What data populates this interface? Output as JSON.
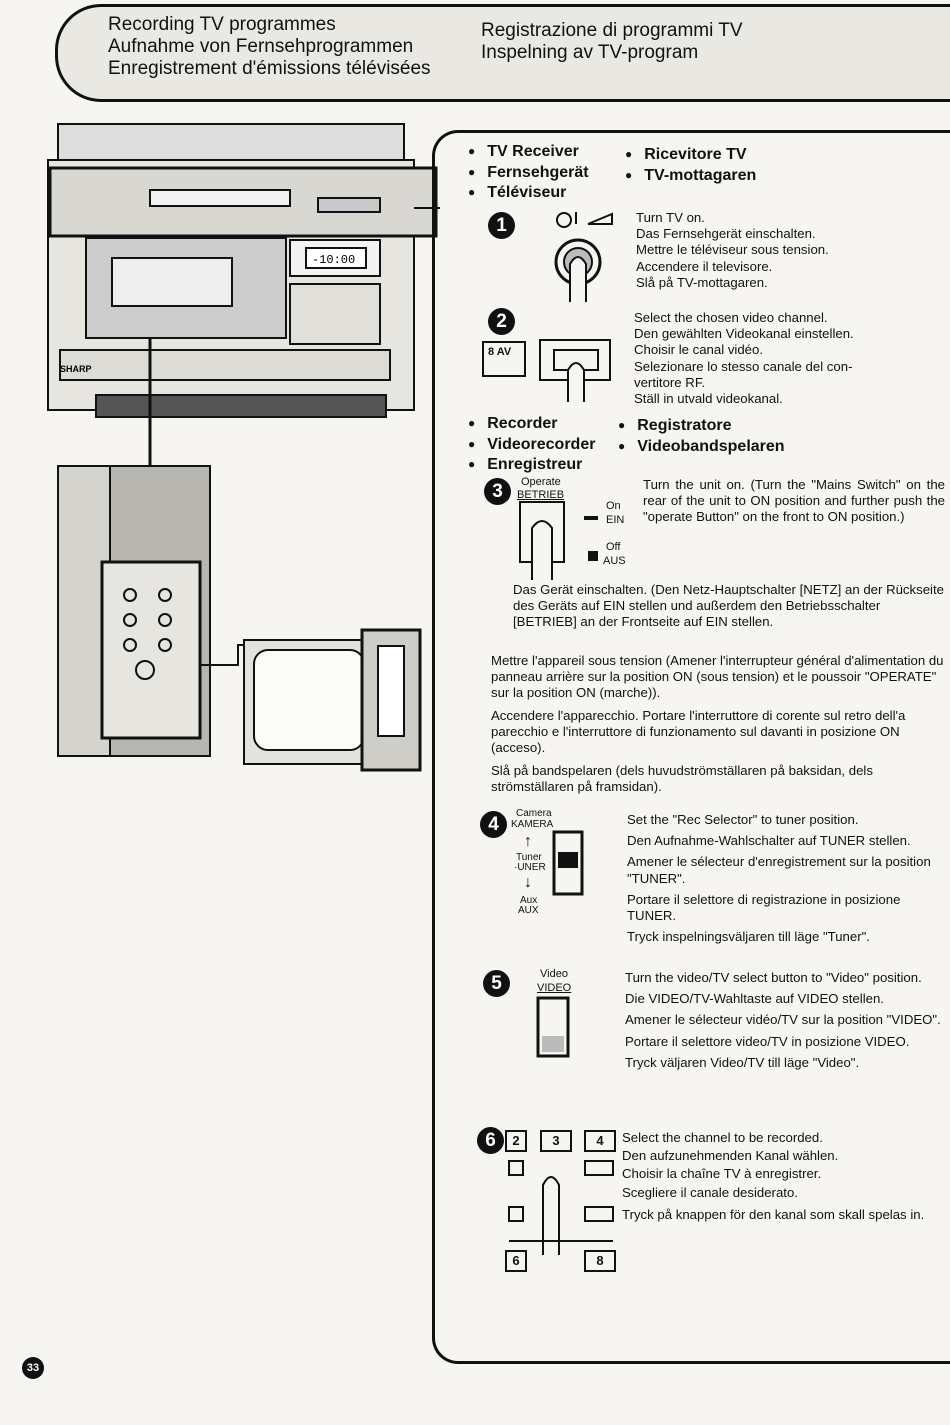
{
  "header": {
    "left": [
      "Recording TV programmes",
      "Aufnahme von Fernsehprogrammen",
      "Enregistrement d'émissions télévisées"
    ],
    "right": [
      "Registrazione di programmi TV",
      "Inspelning av TV-program"
    ]
  },
  "illustration": {
    "brand": "SHARP",
    "display": "-10:00",
    "tv_badge": "8 AV"
  },
  "sections": {
    "tv_receiver": {
      "left": [
        "TV Receiver",
        "Fernsehgerät",
        "Téléviseur"
      ],
      "right": [
        "Ricevitore TV",
        "TV-mottagaren"
      ]
    },
    "recorder": {
      "left": [
        "Recorder",
        "Videorecorder",
        "Enregistreur"
      ],
      "right": [
        "Registratore",
        "Videobandspelaren"
      ]
    }
  },
  "steps": {
    "s1": {
      "num": "1",
      "lines": [
        "Turn TV on.",
        "Das Fernsehgerät einschalten.",
        "Mettre le téléviseur sous tension.",
        "Accendere il televisore.",
        "Slå på TV-mottagaren."
      ]
    },
    "s2": {
      "num": "2",
      "badge": "8 AV",
      "lines": [
        "Select the chosen video channel.",
        "Den gewählten Videokanal einstellen.",
        "Choisir le canal vidéo.",
        "Selezionare lo stesso canale del con-",
        "vertitore RF.",
        "Ställ in utvald videokanal."
      ]
    },
    "s3": {
      "num": "3",
      "label_en": "Operate",
      "label_de": "BETRIEB",
      "on": "On",
      "on_de": "EIN",
      "off": "Off",
      "off_de": "AUS",
      "en": "Turn the unit on. (Turn the \"Mains Switch\" on the rear of the unit to ON position and further push the \"operate Button\" on the front to ON position.)",
      "de": "Das Gerät einschalten. (Den Netz-Hauptschalter [NETZ] an der Rückseite des Geräts auf EIN stellen und außerdem den Betriebsschalter [BETRIEB] an der Frontseite auf EIN stellen.",
      "fr": "Mettre l'appareil sous tension (Amener l'interrupteur général d'alimentation du panneau arrière sur la position ON (sous tension) et le poussoir \"OPERATE\" sur la position ON (marche)).",
      "it": "Accendere l'apparecchio. Portare l'interruttore di corente sul retro dell'a parecchio e l'interruttore di funzionamento sul davanti in posizione ON (acceso).",
      "sv": "Slå på bandspelaren (dels huvudströmställaren på baksidan, dels strömställaren på framsidan)."
    },
    "s4": {
      "num": "4",
      "camera": "Camera",
      "kamera": "KAMERA",
      "tuner": "Tuner",
      "tuner_caps": "·UNER",
      "aux": "Aux",
      "aux_caps": "AUX",
      "lines": [
        "Set the \"Rec Selector\" to tuner position.",
        "Den Aufnahme-Wahlschalter auf TUNER stellen.",
        "Amener le sélecteur d'enregistrement sur la position \"TUNER\".",
        "Portare il selettore di registrazione in posizione TUNER.",
        "Tryck inspelningsväljaren till läge \"Tuner\"."
      ]
    },
    "s5": {
      "num": "5",
      "video": "Video",
      "video_caps": "VIDEO",
      "lines": [
        "Turn the video/TV select button to \"Video\" position.",
        "Die VIDEO/TV-Wahltaste auf VIDEO stellen.",
        "Amener le sélecteur vidéo/TV sur la position \"VIDEO\".",
        "Portare il selettore video/TV in posizione VIDEO.",
        "Tryck väljaren Video/TV till läge \"Video\"."
      ]
    },
    "s6": {
      "num": "6",
      "keys": [
        "2",
        "3",
        "4",
        "6",
        "8"
      ],
      "lines": [
        "Select the channel to be recorded.",
        "Den aufzunehmenden Kanal wählen.",
        "Choisir la chaîne TV à enregistrer.",
        "Scegliere il canale desiderato.",
        "Tryck på knappen för den kanal som skall spelas in."
      ]
    }
  },
  "page_number": "33"
}
